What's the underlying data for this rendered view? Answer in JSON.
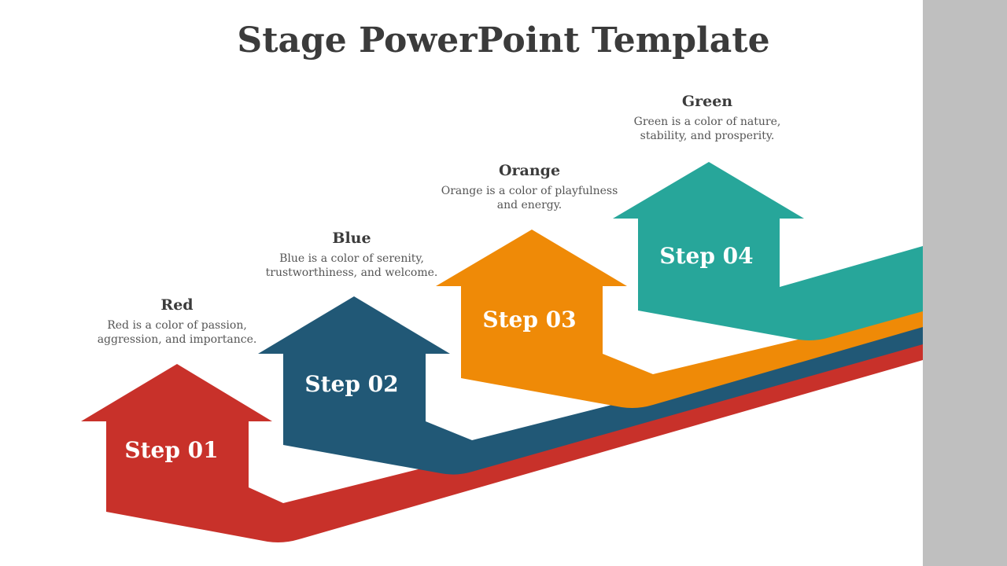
{
  "title": "Stage PowerPoint Template",
  "colors": {
    "red": "#c8312a",
    "blue": "#215876",
    "orange": "#ef8a07",
    "green": "#27a69a",
    "side_panel": "#bfbfbf"
  },
  "steps": [
    {
      "label": "Step 01",
      "heading": "Red",
      "description_line1": "Red is a color of passion,",
      "description_line2": "aggression, and importance."
    },
    {
      "label": "Step 02",
      "heading": "Blue",
      "description_line1": "Blue is a color of serenity,",
      "description_line2": "trustworthiness, and welcome."
    },
    {
      "label": "Step 03",
      "heading": "Orange",
      "description_line1": "Orange is a color of playfulness",
      "description_line2": "and energy."
    },
    {
      "label": "Step 04",
      "heading": "Green",
      "description_line1": "Green is a color of nature,",
      "description_line2": "stability, and prosperity."
    }
  ]
}
